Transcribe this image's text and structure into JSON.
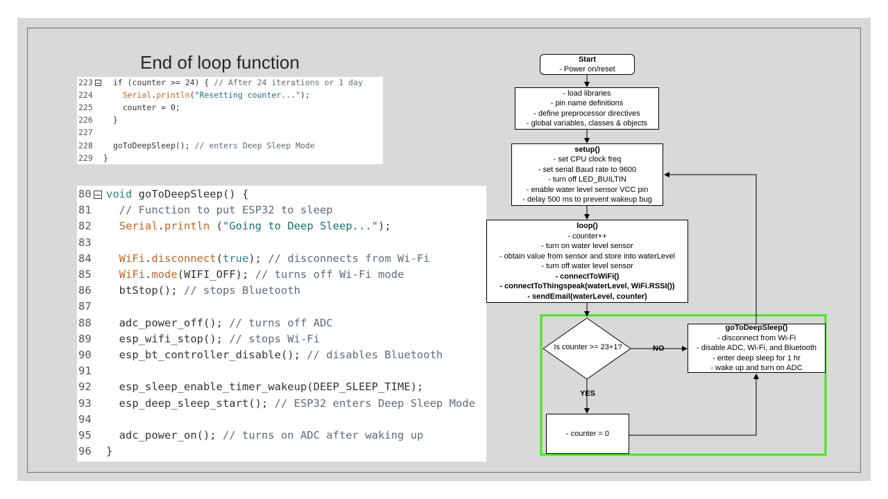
{
  "title": "End of loop function",
  "code_top": {
    "lines": [
      {
        "n": "223",
        "fold": true,
        "indent": "  ",
        "segs": [
          {
            "t": "if (counter >= 24) { ",
            "c": ""
          },
          {
            "t": "// After 24 iterations or 1 day",
            "c": "cm"
          }
        ]
      },
      {
        "n": "224",
        "fold": false,
        "indent": "    ",
        "segs": [
          {
            "t": "Serial",
            "c": "or"
          },
          {
            "t": ".",
            "c": ""
          },
          {
            "t": "println",
            "c": "or"
          },
          {
            "t": "(",
            "c": ""
          },
          {
            "t": "\"Resetting counter...\"",
            "c": "st"
          },
          {
            "t": ");",
            "c": ""
          }
        ]
      },
      {
        "n": "225",
        "fold": false,
        "indent": "    ",
        "segs": [
          {
            "t": "counter = 0;",
            "c": ""
          }
        ]
      },
      {
        "n": "226",
        "fold": false,
        "indent": "  ",
        "segs": [
          {
            "t": "}",
            "c": ""
          }
        ]
      },
      {
        "n": "227",
        "fold": false,
        "indent": "",
        "segs": []
      },
      {
        "n": "228",
        "fold": false,
        "indent": "  ",
        "segs": [
          {
            "t": "goToDeepSleep(); ",
            "c": ""
          },
          {
            "t": "// enters Deep Sleep Mode",
            "c": "cm"
          }
        ]
      },
      {
        "n": "229",
        "fold": false,
        "indent": "",
        "segs": [
          {
            "t": "}",
            "c": ""
          }
        ]
      }
    ]
  },
  "code_bottom": {
    "lines": [
      {
        "n": "80",
        "fold": true,
        "indent": "",
        "segs": [
          {
            "t": "void",
            "c": "kw"
          },
          {
            "t": " goToDeepSleep() {",
            "c": ""
          }
        ]
      },
      {
        "n": "81",
        "fold": false,
        "indent": "  ",
        "segs": [
          {
            "t": "// Function to put ESP32 to sleep",
            "c": "cm"
          }
        ]
      },
      {
        "n": "82",
        "fold": false,
        "indent": "  ",
        "segs": [
          {
            "t": "Serial",
            "c": "or"
          },
          {
            "t": ".",
            "c": ""
          },
          {
            "t": "println",
            "c": "or"
          },
          {
            "t": " (",
            "c": ""
          },
          {
            "t": "\"Going to Deep Sleep...\"",
            "c": "st"
          },
          {
            "t": ");",
            "c": ""
          }
        ]
      },
      {
        "n": "83",
        "fold": false,
        "indent": "",
        "segs": []
      },
      {
        "n": "84",
        "fold": false,
        "indent": "  ",
        "segs": [
          {
            "t": "WiFi",
            "c": "or"
          },
          {
            "t": ".",
            "c": ""
          },
          {
            "t": "disconnect",
            "c": "or"
          },
          {
            "t": "(",
            "c": ""
          },
          {
            "t": "true",
            "c": "kw"
          },
          {
            "t": "); ",
            "c": ""
          },
          {
            "t": "// disconnects from Wi-Fi",
            "c": "cm"
          }
        ]
      },
      {
        "n": "85",
        "fold": false,
        "indent": "  ",
        "segs": [
          {
            "t": "WiFi",
            "c": "or"
          },
          {
            "t": ".",
            "c": ""
          },
          {
            "t": "mode",
            "c": "or"
          },
          {
            "t": "(WIFI_OFF); ",
            "c": ""
          },
          {
            "t": "// turns off Wi-Fi mode",
            "c": "cm"
          }
        ]
      },
      {
        "n": "86",
        "fold": false,
        "indent": "  ",
        "segs": [
          {
            "t": "btStop(); ",
            "c": ""
          },
          {
            "t": "// stops Bluetooth",
            "c": "cm"
          }
        ]
      },
      {
        "n": "87",
        "fold": false,
        "indent": "",
        "segs": []
      },
      {
        "n": "88",
        "fold": false,
        "indent": "  ",
        "segs": [
          {
            "t": "adc_power_off(); ",
            "c": ""
          },
          {
            "t": "// turns off ADC",
            "c": "cm"
          }
        ]
      },
      {
        "n": "89",
        "fold": false,
        "indent": "  ",
        "segs": [
          {
            "t": "esp_wifi_stop(); ",
            "c": ""
          },
          {
            "t": "// stops Wi-Fi",
            "c": "cm"
          }
        ]
      },
      {
        "n": "90",
        "fold": false,
        "indent": "  ",
        "segs": [
          {
            "t": "esp_bt_controller_disable(); ",
            "c": ""
          },
          {
            "t": "// disables Bluetooth",
            "c": "cm"
          }
        ]
      },
      {
        "n": "91",
        "fold": false,
        "indent": "",
        "segs": []
      },
      {
        "n": "92",
        "fold": false,
        "indent": "  ",
        "segs": [
          {
            "t": "esp_sleep_enable_timer_wakeup(DEEP_SLEEP_TIME);",
            "c": ""
          }
        ]
      },
      {
        "n": "93",
        "fold": false,
        "indent": "  ",
        "segs": [
          {
            "t": "esp_deep_sleep_start(); ",
            "c": ""
          },
          {
            "t": "// ESP32 enters Deep Sleep Mode",
            "c": "cm"
          }
        ]
      },
      {
        "n": "94",
        "fold": false,
        "indent": "",
        "segs": []
      },
      {
        "n": "95",
        "fold": false,
        "indent": "  ",
        "segs": [
          {
            "t": "adc_power_on(); ",
            "c": ""
          },
          {
            "t": "// turns on ADC after waking up",
            "c": "cm"
          }
        ]
      },
      {
        "n": "96",
        "fold": false,
        "indent": "",
        "segs": [
          {
            "t": "}",
            "c": ""
          }
        ]
      }
    ]
  },
  "flowchart": {
    "start": {
      "title": "Start",
      "lines": [
        "- Power on/reset"
      ]
    },
    "init": {
      "lines": [
        "- load libraries",
        "- pin name definitions",
        "- define preprocessor directives",
        "- global variables, classes & objects"
      ]
    },
    "setup": {
      "title": "setup()",
      "lines": [
        "- set CPU clock freq",
        "- set serial Baud rate to 9600",
        "- turn off LED_BUILTIN",
        "- enable water level sensor VCC pin",
        "- delay 500 ms to prevent wakeup bug"
      ]
    },
    "loop": {
      "title": "loop()",
      "lines": [
        {
          "t": "- counter++",
          "b": false
        },
        {
          "t": "- turn on water level sensor",
          "b": false
        },
        {
          "t": "- obtain value from sensor and store into waterLevel",
          "b": false
        },
        {
          "t": "- turn off water level sensor",
          "b": false
        },
        {
          "t": "- connectToWiFi()",
          "b": true
        },
        {
          "t": "- connectToThingspeak(waterLevel, WiFi.RSSI())",
          "b": true
        },
        {
          "t": "- sendEmail(waterLevel, counter)",
          "b": true
        }
      ]
    },
    "decision": "Is counter >= 23+1?",
    "no_label": "NO",
    "yes_label": "YES",
    "gosleep": {
      "title": "goToDeepSleep()",
      "lines": [
        "- disconnect from Wi-Fi",
        "- disable ADC, Wi-Fi, and Bluetooth",
        "- enter deep sleep for 1 hr",
        "- wake up and turn on ADC"
      ]
    },
    "reset": "- counter = 0",
    "highlight_color": "#3ee81b"
  }
}
